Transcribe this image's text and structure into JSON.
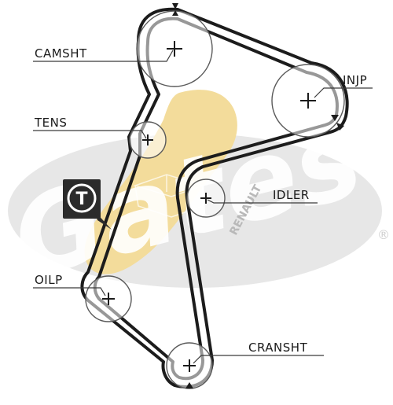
{
  "diagram": {
    "type": "timing-belt-layout",
    "labels": {
      "camshaft": "CAMSHT",
      "injection_pump": "INJP",
      "tensioner": "TENS",
      "idler": "IDLER",
      "oil_pump": "OILP",
      "crankshaft": "CRANSHT"
    },
    "tensioner_badge": "T",
    "watermark": {
      "brand": "Gates",
      "registered": "®",
      "stamp": "RENAULT"
    },
    "colors": {
      "belt": "#1c1c1c",
      "pulley_stroke": "#5a5a5a",
      "watermark_gray": "#e6e6e6",
      "watermark_yellow": "#f3dc9b",
      "badge_fill": "#2b2b2b"
    }
  }
}
